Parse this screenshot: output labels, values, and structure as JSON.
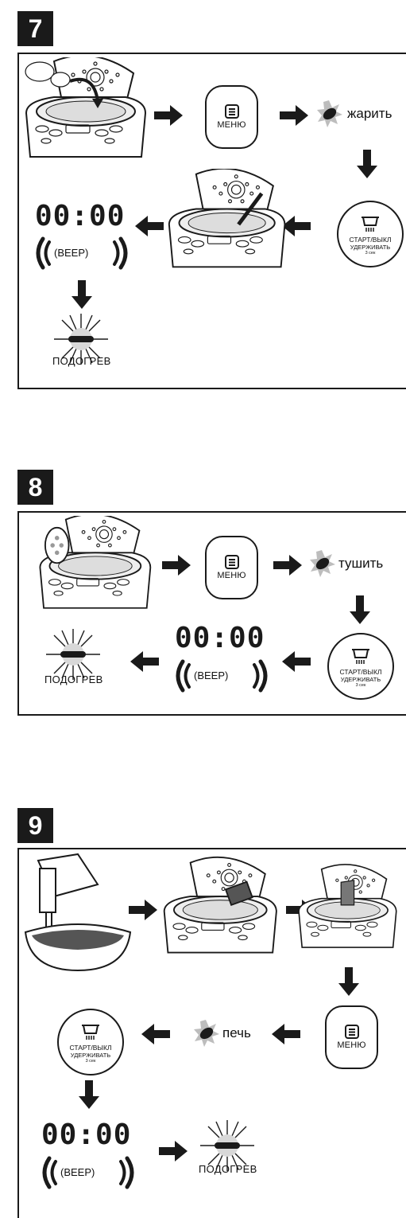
{
  "steps": [
    {
      "number": "7",
      "menu_label": "МЕНЮ",
      "mode_label": "жарить",
      "start_line1": "СТАРТ/ВЫКЛ",
      "start_line2": "УДЕРЖИВАТЬ",
      "start_line3": "3 сек",
      "display_time": "00:00",
      "beep_text": "(BEEP)",
      "warm_label": "ПОДОГРЕВ"
    },
    {
      "number": "8",
      "menu_label": "МЕНЮ",
      "mode_label": "тушить",
      "start_line1": "СТАРТ/ВЫКЛ",
      "start_line2": "УДЕРЖИВАТЬ",
      "start_line3": "3 сек",
      "display_time": "00:00",
      "beep_text": "(BEEP)",
      "warm_label": "ПОДОГРЕВ"
    },
    {
      "number": "9",
      "menu_label": "МЕНЮ",
      "mode_label": "печь",
      "start_line1": "СТАРТ/ВЫКЛ",
      "start_line2": "УДЕРЖИВАТЬ",
      "start_line3": "3 сек",
      "display_time": "00:00",
      "beep_text": "(BEEP)",
      "warm_label": "ПОДОГРЕВ"
    }
  ],
  "icons": {
    "menu": "menu-list-icon",
    "start": "pot-steam-icon",
    "flash": "flash-burst-icon",
    "warm": "warm-glow-icon",
    "beep": "sound-waves-icon",
    "arrow": "arrow-icon"
  },
  "colors": {
    "ink": "#1a1a1a",
    "paper": "#ffffff",
    "burst": "#bdbdbd"
  }
}
